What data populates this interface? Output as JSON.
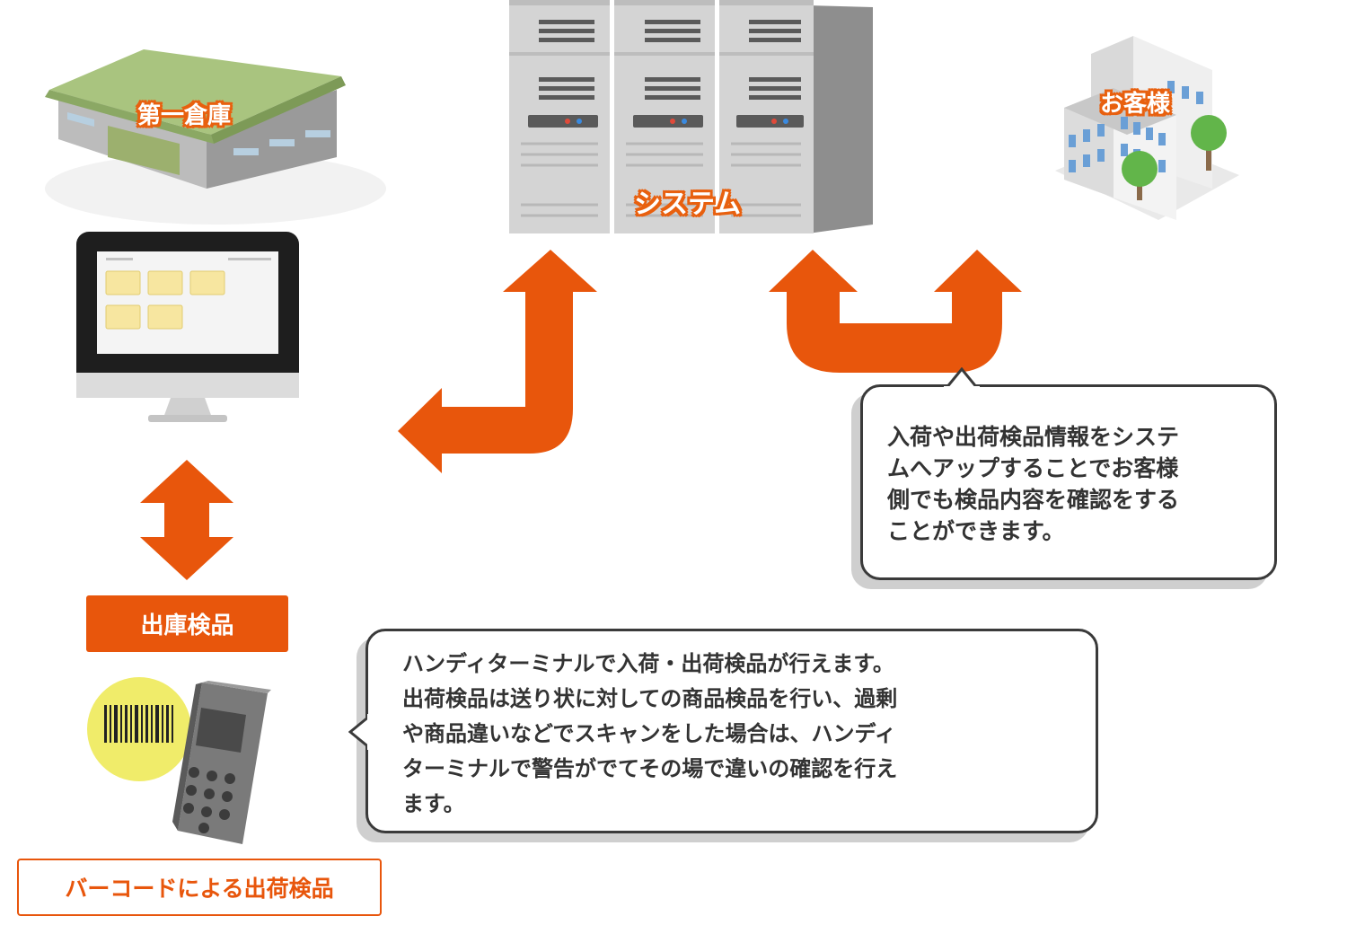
{
  "labels": {
    "warehouse": "第一倉庫",
    "system": "システム",
    "customer": "お客様",
    "shipping_inspection": "出庫検品",
    "barcode_inspection": "バーコードによる出荷検品"
  },
  "bubbles": {
    "system_upload": "入荷や出荷検品情報をシステ\nムへアップすることでお客様\n側でも検品内容を確認をする\nことができます。",
    "handy_terminal": "ハンディターミナルで入荷・出荷検品が行えます。\n出荷検品は送り状に対しての商品検品を行い、過剰\nや商品違いなどでスキャンをした場合は、ハンディ\nターミナルで警告がでてその場で違いの確認を行え\nます。"
  },
  "colors": {
    "accent_orange": "#e8560c",
    "label_outline_orange": "#e8600f"
  },
  "icons": [
    "warehouse-icon",
    "server-rack-icon",
    "office-building-icon",
    "desktop-monitor-icon",
    "handy-terminal-icon",
    "barcode-icon"
  ]
}
